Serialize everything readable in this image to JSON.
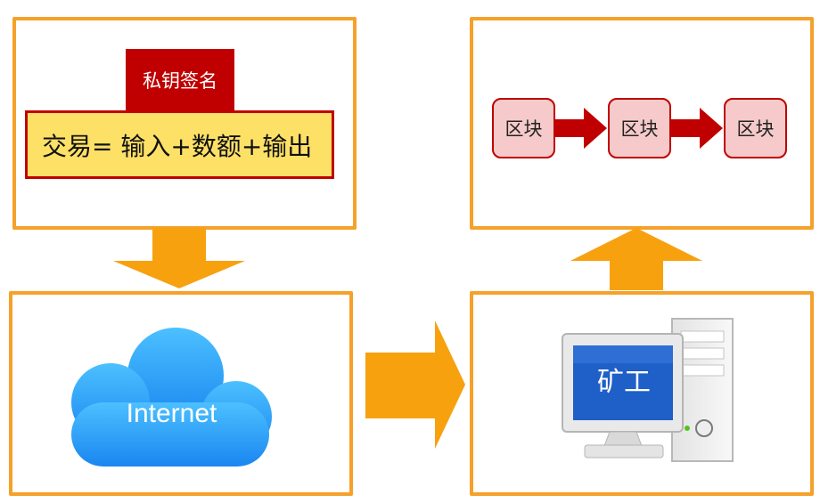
{
  "sign_label": "私钥签名",
  "transaction_formula": "交易= 输入+数额+输出",
  "blocks": [
    "区块",
    "区块",
    "区块"
  ],
  "internet_label": "Internet",
  "miner_label": "矿工",
  "colors": {
    "panel_border": "#f5a12a",
    "flow_arrow": "#f7a10f",
    "accent_red": "#c00000",
    "tx_fill": "#fde066",
    "block_fill": "#f6caca",
    "cloud_blue": "#1aa1f5",
    "screen_blue": "#1f5fc8"
  }
}
